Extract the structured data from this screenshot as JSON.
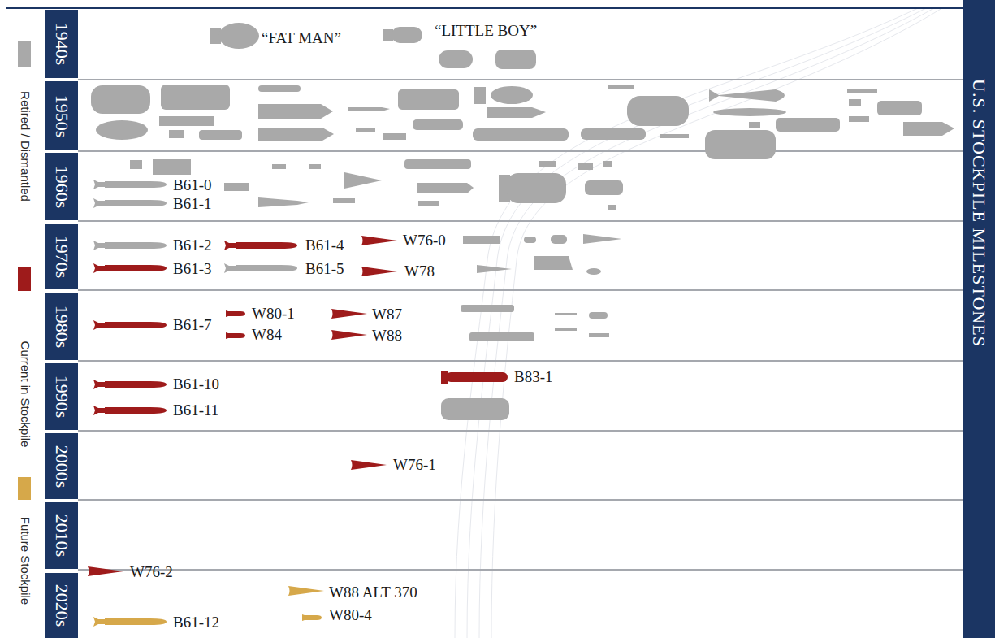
{
  "diagram": {
    "title": "U.S. STOCKPILE MILESTONES",
    "nodes": [
      {
        "text": [
          "1940s"
        ]
      },
      {
        "text": [
          "1950s"
        ]
      },
      {
        "text": [
          "1960s"
        ]
      },
      {
        "text": [
          "1970s"
        ]
      },
      {
        "text": [
          "1980s"
        ]
      },
      {
        "text": [
          "1990s"
        ]
      },
      {
        "text": [
          "2000s"
        ]
      },
      {
        "text": [
          "2010s"
        ]
      },
      {
        "text": [
          "2020s"
        ]
      }
    ],
    "labels": [
      "“FAT MAN”",
      "“LITTLE BOY”",
      "B61-0",
      "B61-1",
      "B61-2",
      "B61-4",
      "W76-0",
      "B61-3",
      "B61-5",
      "W78",
      "B61-7",
      "W80-1",
      "W84",
      "W87",
      "W88",
      "B83-1",
      "B61-10",
      "B61-11",
      "W76-1",
      "W76-2",
      "W88 ALT 370",
      "W80-4",
      "B61-12"
    ],
    "legend": [
      {
        "text": "Retired / Dismantled",
        "color": "#a9a9a9"
      },
      {
        "text": "Current in Stockpile",
        "color": "#9e1b1b"
      },
      {
        "text": "Future Stockpile",
        "color": "#d6a84a"
      }
    ]
  }
}
